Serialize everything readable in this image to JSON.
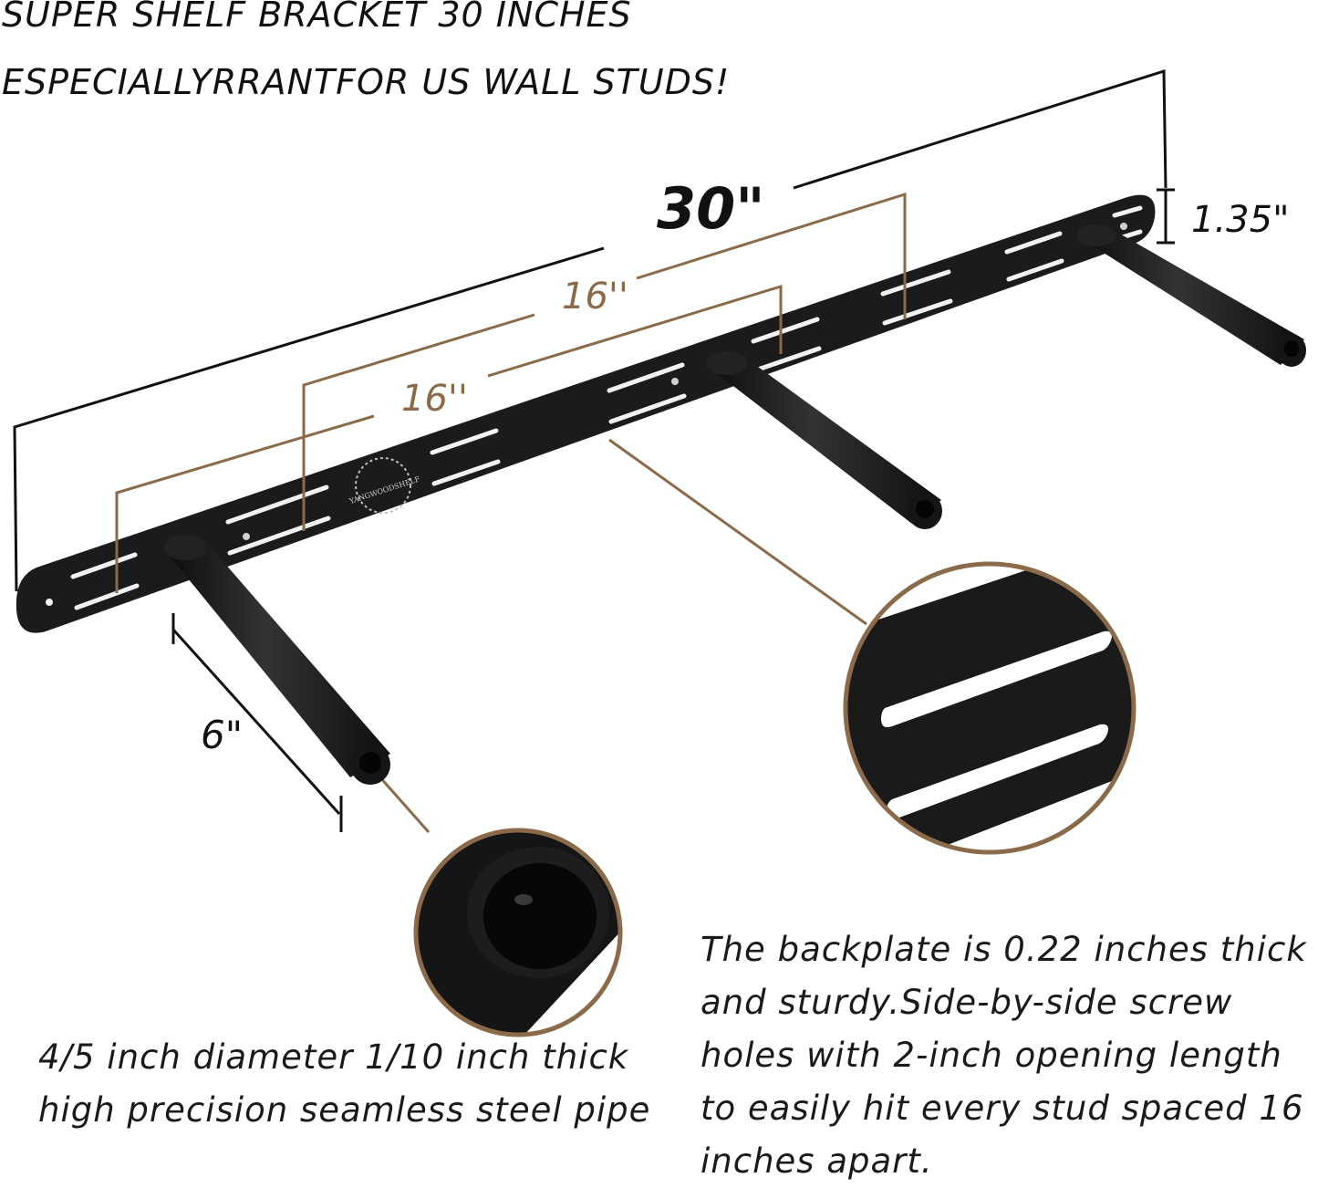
{
  "title": {
    "line1": "SUPER SHELF BRACKET 30 INCHES",
    "line2": "ESPECIALLYRRANTFOR US WALL STUDS!"
  },
  "dimensions": {
    "length": "30\"",
    "height": "1.35\"",
    "stud_spacing_1": "16''",
    "stud_spacing_2": "16''",
    "rod_length": "6\""
  },
  "logo_text": "YANGWOODSHELF",
  "captions": {
    "pipe": "4/5 inch diameter 1/10 inch thick high precision seamless steel pipe",
    "backplate": "The backplate is 0.22 inches thick and sturdy.Side-by-side screw holes with 2-inch opening length to easily hit every stud spaced 16 inches apart."
  },
  "colors": {
    "accent_brown": "#8a6a48",
    "metal": "#1b1b1b",
    "text": "#111111"
  }
}
